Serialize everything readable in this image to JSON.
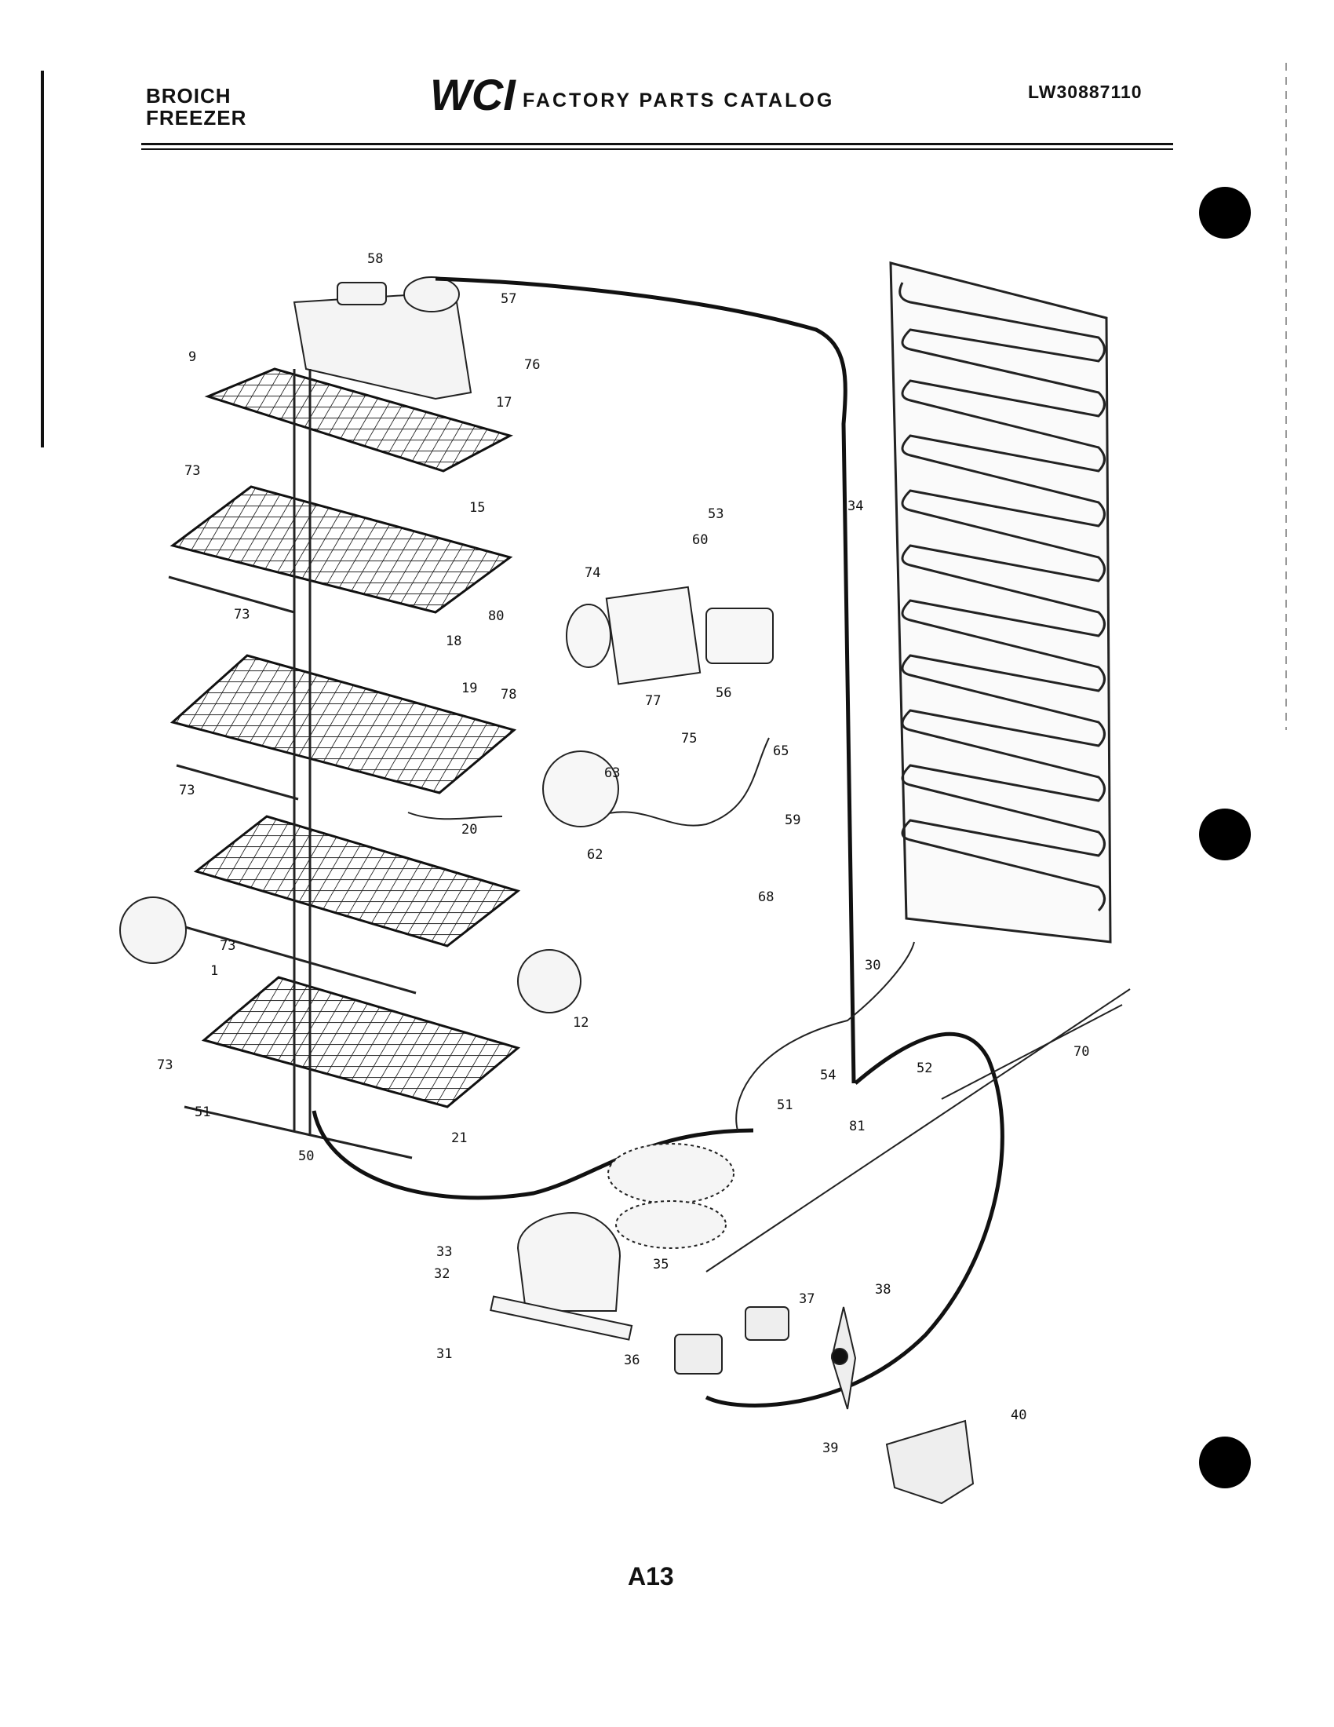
{
  "header": {
    "line1": "BROICH",
    "line2": "FREEZER",
    "logo": "WCI",
    "catalog_title": "FACTORY PARTS CATALOG",
    "model_number": "LW30887110"
  },
  "page_number": "A13",
  "icons": [
    "punch-hole",
    "wci-logo"
  ],
  "part_callouts": [
    {
      "id": "c58",
      "text": "58"
    },
    {
      "id": "c57",
      "text": "57"
    },
    {
      "id": "c9",
      "text": "9"
    },
    {
      "id": "c76",
      "text": "76"
    },
    {
      "id": "c17",
      "text": "17"
    },
    {
      "id": "c73a",
      "text": "73"
    },
    {
      "id": "c15",
      "text": "15"
    },
    {
      "id": "c73b",
      "text": "73"
    },
    {
      "id": "c18",
      "text": "18"
    },
    {
      "id": "c80",
      "text": "80"
    },
    {
      "id": "c74",
      "text": "74"
    },
    {
      "id": "c53",
      "text": "53"
    },
    {
      "id": "c60",
      "text": "60"
    },
    {
      "id": "c34",
      "text": "34"
    },
    {
      "id": "c19",
      "text": "19"
    },
    {
      "id": "c78",
      "text": "78"
    },
    {
      "id": "c77",
      "text": "77"
    },
    {
      "id": "c56",
      "text": "56"
    },
    {
      "id": "c75",
      "text": "75"
    },
    {
      "id": "c65a",
      "text": "65"
    },
    {
      "id": "c73c",
      "text": "73"
    },
    {
      "id": "c63",
      "text": "63"
    },
    {
      "id": "c62",
      "text": "62"
    },
    {
      "id": "c59",
      "text": "59"
    },
    {
      "id": "c68",
      "text": "68"
    },
    {
      "id": "c20",
      "text": "20"
    },
    {
      "id": "c1",
      "text": "1"
    },
    {
      "id": "c73d",
      "text": "73"
    },
    {
      "id": "c12",
      "text": "12"
    },
    {
      "id": "c30",
      "text": "30"
    },
    {
      "id": "c73e",
      "text": "73"
    },
    {
      "id": "c70",
      "text": "70"
    },
    {
      "id": "c54",
      "text": "54"
    },
    {
      "id": "c52",
      "text": "52"
    },
    {
      "id": "c51a",
      "text": "51"
    },
    {
      "id": "c51b",
      "text": "51"
    },
    {
      "id": "c81",
      "text": "81"
    },
    {
      "id": "c21",
      "text": "21"
    },
    {
      "id": "c50",
      "text": "50"
    },
    {
      "id": "c33",
      "text": "33"
    },
    {
      "id": "c32",
      "text": "32"
    },
    {
      "id": "c35",
      "text": "35"
    },
    {
      "id": "c37",
      "text": "37"
    },
    {
      "id": "c38",
      "text": "38"
    },
    {
      "id": "c31",
      "text": "31"
    },
    {
      "id": "c36",
      "text": "36"
    },
    {
      "id": "c40",
      "text": "40"
    },
    {
      "id": "c39",
      "text": "39"
    }
  ]
}
